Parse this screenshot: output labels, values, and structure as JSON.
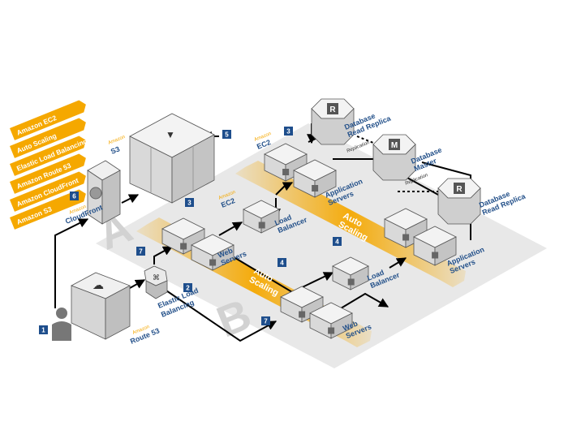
{
  "legend": {
    "items": [
      "Amazon EC2",
      "Auto Scaling",
      "Elastic Load Balancing",
      "Amazon Route 53",
      "Amazon CloudFront",
      "Amazon S3"
    ]
  },
  "zones": {
    "a": "A",
    "b": "B"
  },
  "steps": {
    "s1": "1",
    "s2": "2",
    "s3a": "3",
    "s3b": "3",
    "s4a": "4",
    "s4b": "4",
    "s5": "5",
    "s6": "6",
    "s7a": "7",
    "s7b": "7"
  },
  "services": {
    "route53": {
      "small": "Amazon",
      "big": "Route 53"
    },
    "elb": {
      "line1": "Elastic Load",
      "line2": "Balancing"
    },
    "cloudfront": {
      "small": "Amazon",
      "big": "CloudFront"
    },
    "s3": {
      "small": "Amazon",
      "big": "S3"
    },
    "ec2_front": {
      "small": "Amazon",
      "big": "EC2"
    },
    "ec2_back": {
      "small": "Amazon",
      "big": "EC2"
    }
  },
  "labels": {
    "web_servers_1": [
      "Web",
      "Servers"
    ],
    "web_servers_2": [
      "Web",
      "Servers"
    ],
    "app_servers_1": [
      "Application",
      "Servers"
    ],
    "app_servers_2": [
      "Application",
      "Servers"
    ],
    "lb_1": [
      "Load",
      "Balancer"
    ],
    "lb_2": [
      "Load",
      "Balancer"
    ],
    "auto_scaling_1": [
      "Auto",
      "Scaling"
    ],
    "auto_scaling_2": [
      "Auto",
      "Scaling"
    ],
    "db_replica_1": [
      "Database",
      "Read Replica"
    ],
    "db_replica_2": [
      "Database",
      "Read Replica"
    ],
    "db_master": [
      "Database",
      "Master"
    ],
    "replication_1": "Replication",
    "replication_2": "Replication",
    "db_r1_letter": "R",
    "db_r2_letter": "R",
    "db_m_letter": "M"
  },
  "colors": {
    "accent": "#f5a800",
    "step_badge": "#1e4e8c",
    "label_blue": "#24518a",
    "zone_gray": "#e6e6e6",
    "box_top": "#f3f3f3",
    "box_left": "#d9d9d9",
    "box_right": "#c4c4c4"
  }
}
